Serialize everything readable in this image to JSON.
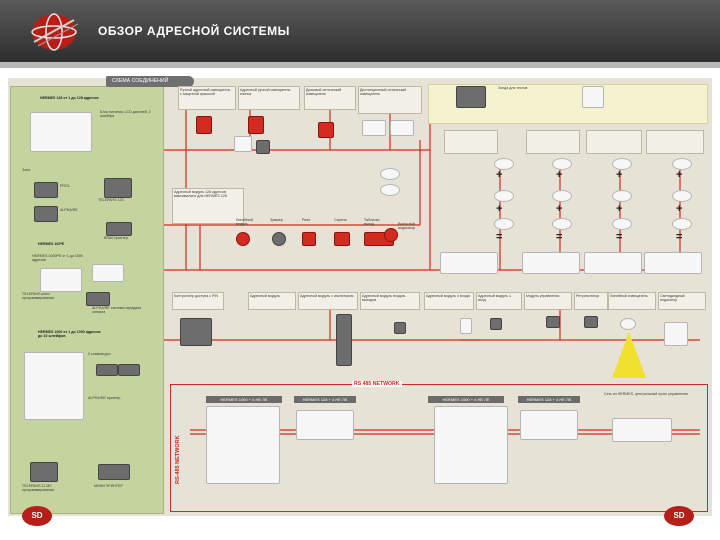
{
  "header": {
    "title": "ОБЗОР АДРЕСНОЙ СИСТЕМЫ",
    "section_label": "СХЕМА СОЕДИНЕНИЙ"
  },
  "colors": {
    "header_bg": "#3f3f3f",
    "board_bg": "#e6e3d6",
    "panel_green": "#c5d39e",
    "wire_red": "#d32a1e",
    "logo_red": "#b61f17"
  },
  "left_panel": {
    "items": [
      {
        "text": "HERMES 128 от 1 до 128 адресов"
      },
      {
        "text": "Блок питания, LCD дисплей, 2 шлейфа"
      },
      {
        "text": "Зона"
      },
      {
        "text": "PRO1"
      },
      {
        "text": "ALPHA/RE"
      },
      {
        "text": "TELEPAHS 123"
      },
      {
        "text": "HERMES 16/PE"
      },
      {
        "text": "BRA0 принтер"
      },
      {
        "text": "HERMES 1000PE от 1 до 1000 адресов"
      },
      {
        "text": "TELEPAHS ключ программирования"
      },
      {
        "text": "ALPHA/RE система передачи сигнала"
      },
      {
        "text": "HERMES 1000 от 1 до 1000 адресов до 10 шлейфов"
      },
      {
        "text": "2 клавиатуры"
      },
      {
        "text": "ALPHA/RE принтер"
      },
      {
        "text": "TELEPAHS 11 MC программирования"
      },
      {
        "text": "МИНИ ПРИНТЕР"
      }
    ]
  },
  "top_row": {
    "devices": [
      {
        "text": "Ручной адресный извещатель с защитной крышкой"
      },
      {
        "text": "Адресный ручной извещатель кнопка"
      },
      {
        "text": "Дымовой оптический извещатель"
      },
      {
        "text": "Дистанционный оптический извещатель"
      },
      {
        "text": "Зонда для тестов"
      }
    ]
  },
  "mid_labels": [
    "Адресный модуль 128 адресов максимально для HERMES 128",
    "Линейный модуль",
    "Зуммер",
    "Реле",
    "Сирена",
    "Табличка выход",
    "Выносной индикатор"
  ],
  "lower_row": [
    "Контроллер доступа с PIN",
    "Адресный модуль",
    "Адресный модуль с изолятором",
    "Адресный модуль входов-выходов",
    "Адресный модуль 4 входа",
    "Адресный модуль 1 вход",
    "Модуль управления",
    "Ретранслятор",
    "Линейный извещатель",
    "Светодиодный индикатор"
  ],
  "network": {
    "rs_label": "RS 485 NETWORK",
    "side_label": "RS-485 NETWORK",
    "panels": [
      {
        "label": "HERMES 1000 + 4 НЕ ЛЕ"
      },
      {
        "label": "HERMES 128 + 4 НЕ ЛЕ"
      },
      {
        "label": "HERMES 1000 + 4 НЕ ЛЕ"
      },
      {
        "label": "HERMES 128 + 4 НЕ ЛЕ"
      }
    ],
    "right_note": "Сеть из HERMES, центральный пульт управления"
  },
  "logos": {
    "left": "SD",
    "right": "SD"
  }
}
